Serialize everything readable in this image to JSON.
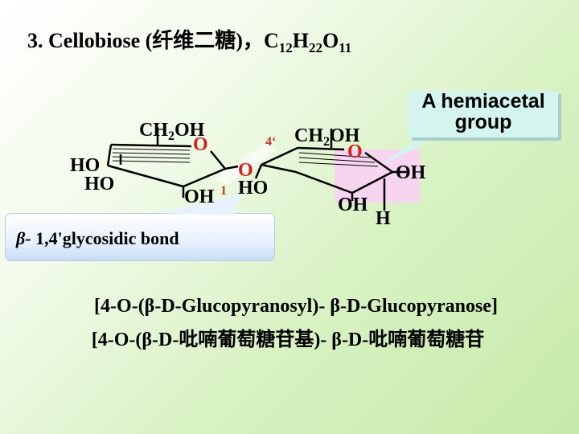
{
  "title": {
    "prefix": "3. Cellobiose (纤维二糖)，",
    "formula": [
      {
        "el": "C",
        "n": "12"
      },
      {
        "el": "H",
        "n": "22"
      },
      {
        "el": "O",
        "n": "11"
      }
    ]
  },
  "callout": {
    "line1": "A hemiacetal",
    "line2": "group"
  },
  "bond": {
    "prefix": "β-",
    "text": " 1,4'glycosidic bond"
  },
  "structure": {
    "left_ch2oh": "CH2OH",
    "right_ch2oh": "CH2OH",
    "ring_o": "O",
    "bridge_o": "O",
    "ho_upper": "HO",
    "ho_lower": "HO",
    "oh_bottom_left": "OH",
    "num_1": "1",
    "num_4p": "4‘",
    "ho_right_ring": "HO",
    "oh_right": "OH",
    "oh_bottom_right": "OH",
    "h_anomeric": "H"
  },
  "names": {
    "english": "[4-O-(β-D-Glucopyranosyl)- β-D-Glucopyranose]",
    "chinese": "[4-O-(β-D-吡喃葡萄糖苷基)- β-D-吡喃葡萄糖苷"
  },
  "colors": {
    "ring_oxygen": "#d81b1b",
    "numbers": "#c0392b",
    "callout_bg": "#d4f4ef",
    "highlight": "#f7d5f0"
  }
}
